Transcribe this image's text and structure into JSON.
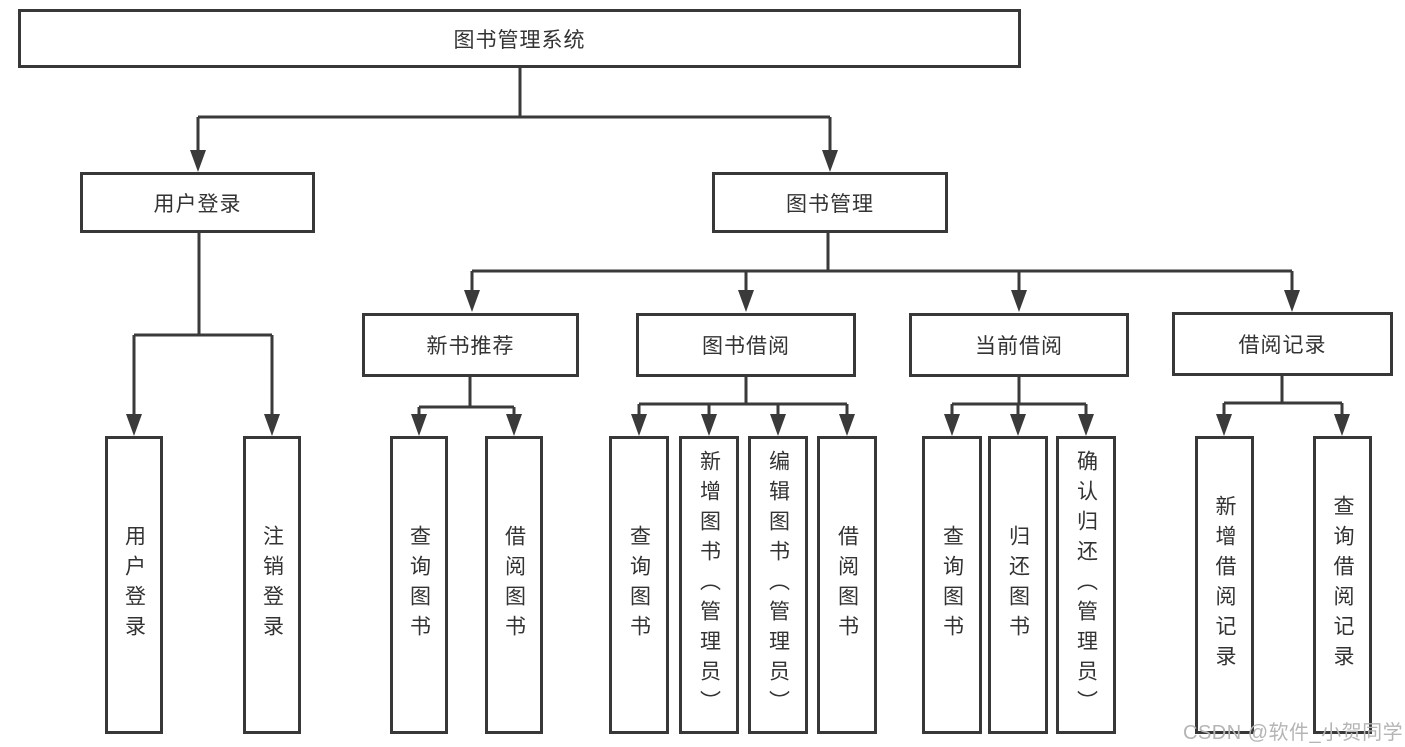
{
  "colors": {
    "background": "#ffffff",
    "line": "#3a3a3a",
    "node_border": "#383838",
    "node_text": "#333333",
    "watermark_text": "#b5b5b5"
  },
  "diagram": {
    "root": {
      "label": "图书管理系统"
    },
    "level2": [
      {
        "label": "用户登录"
      },
      {
        "label": "图书管理"
      }
    ],
    "level3": [
      {
        "label": "新书推荐"
      },
      {
        "label": "图书借阅"
      },
      {
        "label": "当前借阅"
      },
      {
        "label": "借阅记录"
      }
    ],
    "leaves": [
      {
        "label": "用户登录"
      },
      {
        "label": "注销登录"
      },
      {
        "label": "查询图书"
      },
      {
        "label": "借阅图书"
      },
      {
        "label": "查询图书"
      },
      {
        "label": "新增图书（管理员）"
      },
      {
        "label": "编辑图书（管理员）"
      },
      {
        "label": "借阅图书"
      },
      {
        "label": "查询图书"
      },
      {
        "label": "归还图书"
      },
      {
        "label": "确认归还（管理员）"
      },
      {
        "label": "新增借阅记录"
      },
      {
        "label": "查询借阅记录"
      }
    ]
  },
  "watermark": {
    "text": "CSDN @软件_小贺同学"
  }
}
